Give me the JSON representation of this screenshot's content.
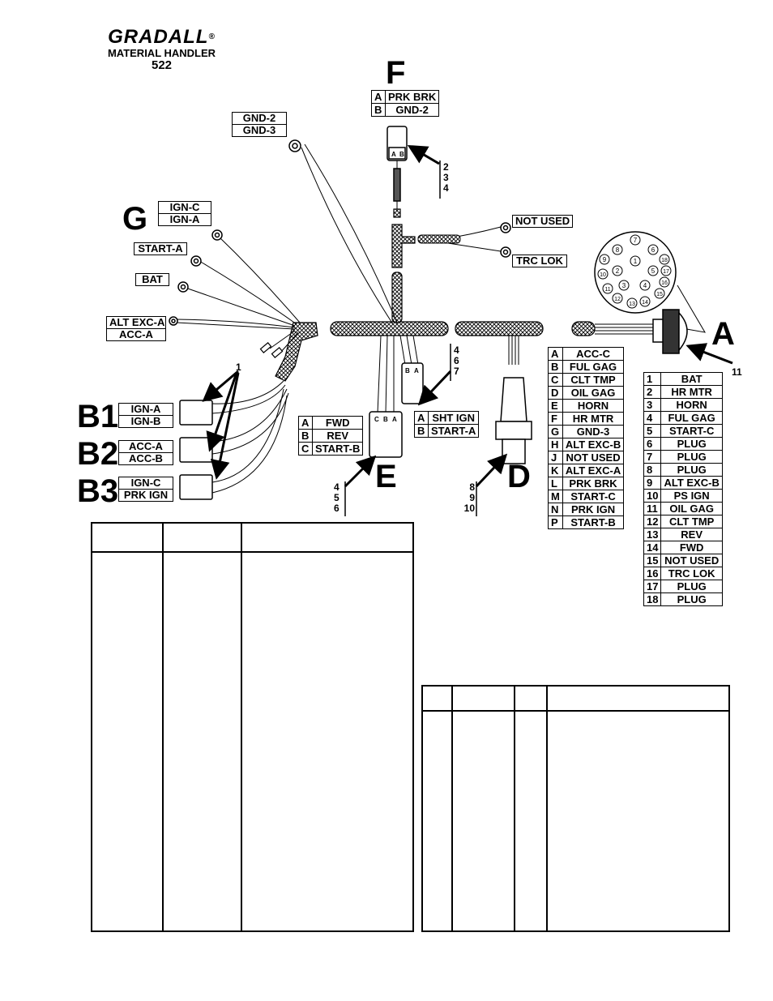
{
  "header": {
    "brand": "GRADALL",
    "reg": "®",
    "subtitle": "MATERIAL HANDLER",
    "model": "522"
  },
  "connectors": {
    "F": {
      "letter": "F",
      "pins": [
        [
          "A",
          "PRK BRK"
        ],
        [
          "B",
          "GND-2"
        ]
      ]
    },
    "G": {
      "letter": "G"
    },
    "A": {
      "letter": "A"
    },
    "D": {
      "letter": "D"
    },
    "E": {
      "letter": "E"
    },
    "B1": {
      "letter": "B1"
    },
    "B2": {
      "letter": "B2"
    },
    "B3": {
      "letter": "B3"
    }
  },
  "labels": {
    "gnd": [
      "GND-2",
      "GND-3"
    ],
    "ign": [
      "IGN-C",
      "IGN-A"
    ],
    "start_a": "START-A",
    "bat": "BAT",
    "alt_acc": [
      "ALT EXC-A",
      "ACC-A"
    ],
    "not_used": "NOT USED",
    "trc_lok": "TRC LOK",
    "b1": [
      "IGN-A",
      "IGN-B"
    ],
    "b2": [
      "ACC-A",
      "ACC-B"
    ],
    "b3": [
      "IGN-C",
      "PRK IGN"
    ]
  },
  "e_pins": [
    [
      "A",
      "FWD"
    ],
    [
      "B",
      "REV"
    ],
    [
      "C",
      "START-B"
    ]
  ],
  "sht_pins": [
    [
      "A",
      "SHT IGN"
    ],
    [
      "B",
      "START-A"
    ]
  ],
  "d_pins": [
    [
      "A",
      "ACC-C"
    ],
    [
      "B",
      "FUL GAG"
    ],
    [
      "C",
      "CLT TMP"
    ],
    [
      "D",
      "OIL GAG"
    ],
    [
      "E",
      "HORN"
    ],
    [
      "F",
      "HR MTR"
    ],
    [
      "G",
      "GND-3"
    ],
    [
      "H",
      "ALT EXC-B"
    ],
    [
      "J",
      "NOT USED"
    ],
    [
      "K",
      "ALT EXC-A"
    ],
    [
      "L",
      "PRK BRK"
    ],
    [
      "M",
      "START-C"
    ],
    [
      "N",
      "PRK IGN"
    ],
    [
      "P",
      "START-B"
    ]
  ],
  "a_pins": [
    [
      "1",
      "BAT"
    ],
    [
      "2",
      "HR MTR"
    ],
    [
      "3",
      "HORN"
    ],
    [
      "4",
      "FUL GAG"
    ],
    [
      "5",
      "START-C"
    ],
    [
      "6",
      "PLUG"
    ],
    [
      "7",
      "PLUG"
    ],
    [
      "8",
      "PLUG"
    ],
    [
      "9",
      "ALT EXC-B"
    ],
    [
      "10",
      "PS IGN"
    ],
    [
      "11",
      "OIL GAG"
    ],
    [
      "12",
      "CLT TMP"
    ],
    [
      "13",
      "REV"
    ],
    [
      "14",
      "FWD"
    ],
    [
      "15",
      "NOT USED"
    ],
    [
      "16",
      "TRC LOK"
    ],
    [
      "17",
      "PLUG"
    ],
    [
      "18",
      "PLUG"
    ]
  ],
  "callouts": {
    "b_ref": "1",
    "f_refs": [
      "2",
      "3",
      "4"
    ],
    "sht_refs": [
      "4",
      "6",
      "7"
    ],
    "e_refs": [
      "4",
      "5",
      "6"
    ],
    "d_refs": [
      "8",
      "9",
      "10"
    ],
    "a_ref": "11",
    "pin_face": [
      "1",
      "2",
      "3",
      "4",
      "5",
      "6",
      "7",
      "8",
      "9",
      "10",
      "11",
      "12",
      "13",
      "14",
      "15",
      "16",
      "17",
      "18"
    ]
  }
}
